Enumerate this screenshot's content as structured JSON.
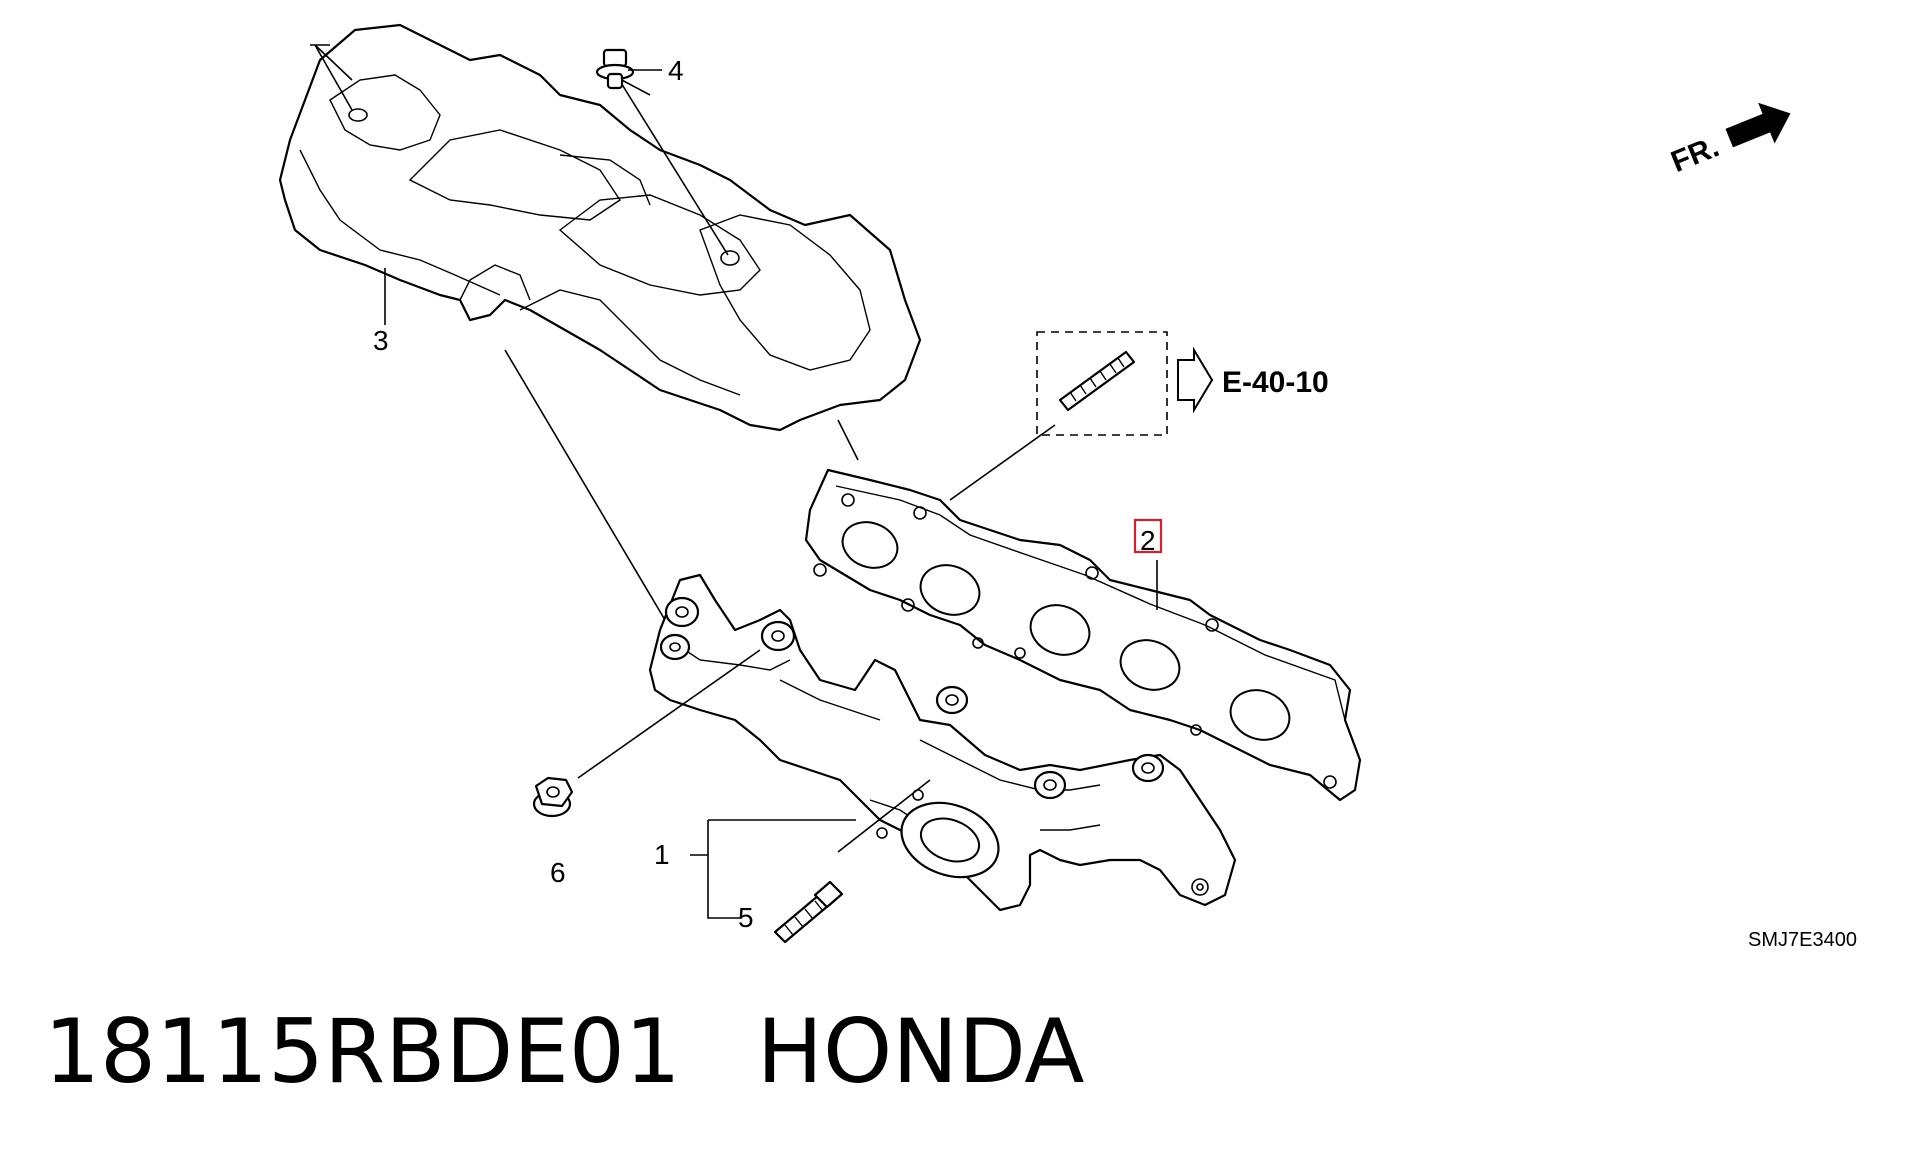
{
  "callouts": {
    "c1": "1",
    "c2": "2",
    "c3": "3",
    "c4": "4",
    "c5": "5",
    "c6": "6"
  },
  "reference": "E-40-10",
  "front_marker": "FR.",
  "diagram_code": "SMJ7E3400",
  "footer": {
    "part_number": "18115RBDE01",
    "brand": "HONDA"
  },
  "colors": {
    "line": "#000000",
    "highlight": "#d9202a",
    "background": "#ffffff"
  }
}
